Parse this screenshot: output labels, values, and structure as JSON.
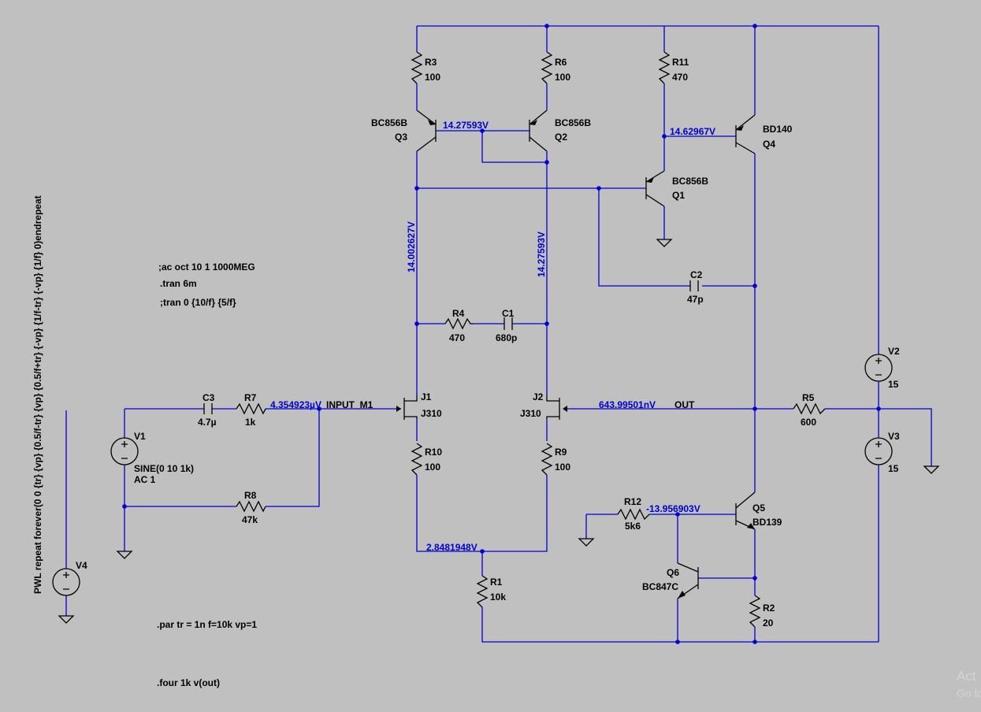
{
  "components": {
    "R3": {
      "ref": "R3",
      "value": "100"
    },
    "R6": {
      "ref": "R6",
      "value": "100"
    },
    "R11": {
      "ref": "R11",
      "value": "470"
    },
    "Q3": {
      "ref": "Q3",
      "model": "BC856B"
    },
    "Q2": {
      "ref": "Q2",
      "model": "BC856B"
    },
    "Q1": {
      "ref": "Q1",
      "model": "BC856B"
    },
    "Q4": {
      "ref": "Q4",
      "model": "BD140"
    },
    "Q5": {
      "ref": "Q5",
      "model": "BD139"
    },
    "Q6": {
      "ref": "Q6",
      "model": "BC847C"
    },
    "C2": {
      "ref": "C2",
      "value": "47p"
    },
    "R4": {
      "ref": "R4",
      "value": "470"
    },
    "C1": {
      "ref": "C1",
      "value": "680p"
    },
    "C3": {
      "ref": "C3",
      "value": "4.7µ"
    },
    "R7": {
      "ref": "R7",
      "value": "1k"
    },
    "R8": {
      "ref": "R8",
      "value": "47k"
    },
    "J1": {
      "ref": "J1",
      "model": "J310"
    },
    "J2": {
      "ref": "J2",
      "model": "J310"
    },
    "R10": {
      "ref": "R10",
      "value": "100"
    },
    "R9": {
      "ref": "R9",
      "value": "100"
    },
    "R1": {
      "ref": "R1",
      "value": "10k"
    },
    "R2": {
      "ref": "R2",
      "value": "20"
    },
    "R12": {
      "ref": "R12",
      "value": "5k6"
    },
    "R5": {
      "ref": "R5",
      "value": "600"
    },
    "V1": {
      "ref": "V1",
      "value1": "SINE(0 10 1k)",
      "value2": "AC 1"
    },
    "V2": {
      "ref": "V2",
      "value": "15"
    },
    "V3": {
      "ref": "V3",
      "value": "15"
    },
    "V4": {
      "ref": "V4",
      "value": "PWL repeat forever(0 0 {tr} {vp} {0.5/f-tr} {vp} {0.5/f+tr} {-vp} {1/f-tr} {-vp} {1/f} 0)endrepeat"
    }
  },
  "node_voltages": {
    "q3_base": "14.27593V",
    "q4_base": "14.62967V",
    "j1_drain": "14.002627V",
    "j2_drain": "14.27593V",
    "input": "4.354923µV",
    "out": "643.99501nV",
    "q5_base": "-13.956903V",
    "tail": "2.8481948V"
  },
  "net_labels": {
    "input": "INPUT_M1",
    "out": "OUT"
  },
  "spice_directives": {
    "ac": ";ac oct 10 1 1000MEG",
    "tran": ".tran 6m",
    "tran_alt": ";tran 0 {10/f} {5/f}",
    "param": ".par tr = 1n f=10k vp=1",
    "four": ".four 1k v(out)"
  },
  "watermark": {
    "line1": "Act",
    "line2": "Go to"
  },
  "colors": {
    "background": "#c0c0c0",
    "wire": "#0000d0",
    "component": "#000000",
    "voltage_text": "#0000d0"
  }
}
